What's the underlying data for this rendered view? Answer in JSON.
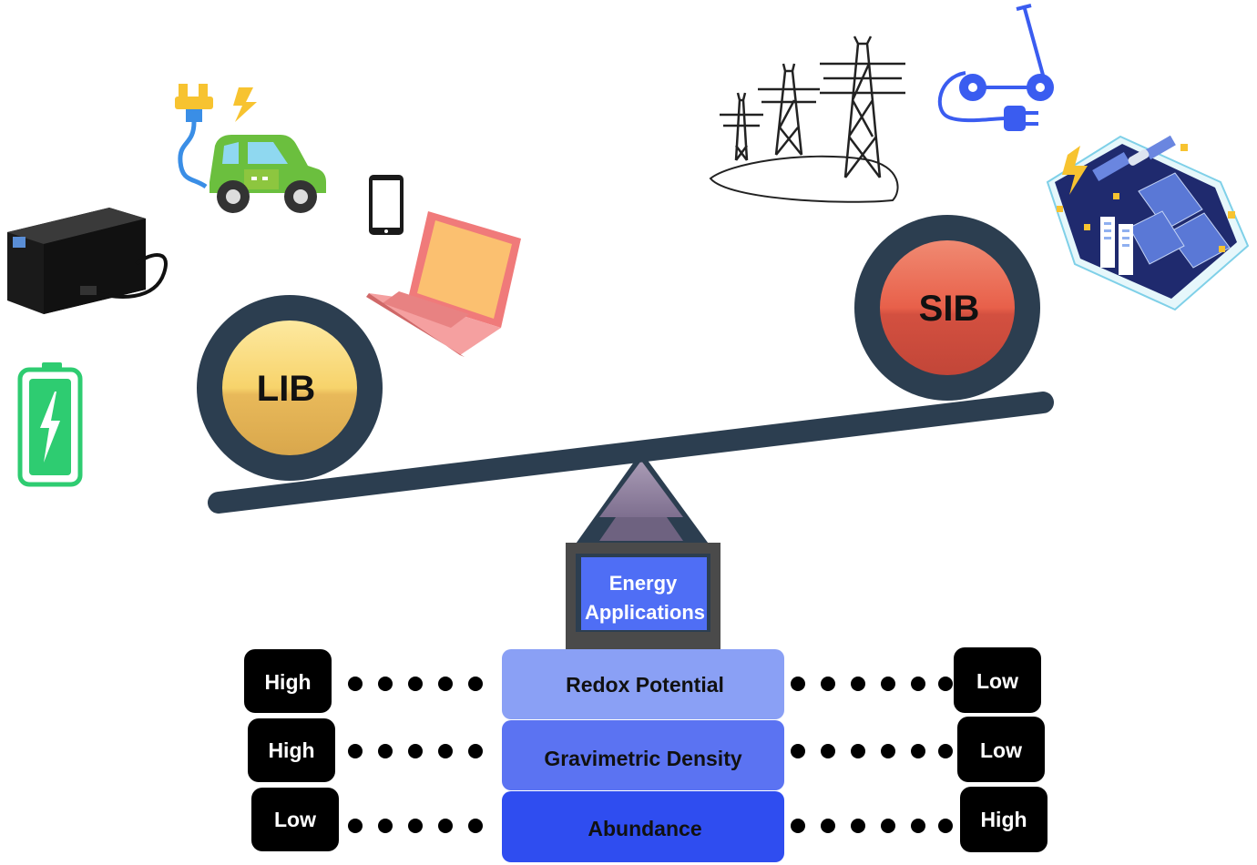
{
  "balls": {
    "left": {
      "label": "LIB",
      "color": "#f5cf62"
    },
    "right": {
      "label": "SIB",
      "color": "#e8604a"
    }
  },
  "fulcrum_box": {
    "line1": "Energy",
    "line2": "Applications"
  },
  "properties": [
    {
      "name": "Redox Potential",
      "lib": "High",
      "sib": "Low",
      "color": "#8aa0f5"
    },
    {
      "name": "Gravimetric Density",
      "lib": "High",
      "sib": "Low",
      "color": "#5b73f2"
    },
    {
      "name": "Abundance",
      "lib": "Low",
      "sib": "High",
      "color": "#2f4df0"
    }
  ],
  "icons": {
    "lib_side": [
      "ups-icon",
      "ev-charging-icon",
      "smartphone-icon",
      "laptop-icon",
      "battery-icon"
    ],
    "sib_side": [
      "power-tower-icon",
      "e-scooter-icon",
      "solar-farm-icon"
    ]
  },
  "colors": {
    "dark": "#2c3e50",
    "accent_blue": "#3a5cf0",
    "green": "#2ecc71"
  }
}
